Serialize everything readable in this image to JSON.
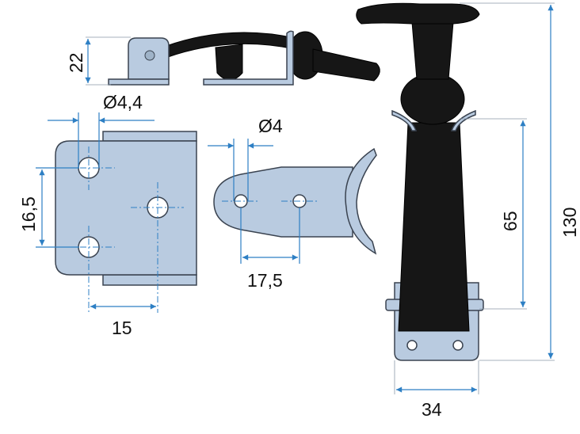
{
  "dimensions": {
    "side_height": "22",
    "hole_diameter_plate": "Ø4,4",
    "hole_spacing_vertical": "16,5",
    "hole_offset_horizontal": "15",
    "hole_diameter_tab": "Ø4",
    "tab_hole_spacing": "17,5",
    "handle_lower_length": "65",
    "overall_length": "130",
    "bracket_width": "34"
  },
  "colors": {
    "steel": "#b9cbe0",
    "rubber": "#161616",
    "dimension_lines": "#2d7fc4"
  }
}
